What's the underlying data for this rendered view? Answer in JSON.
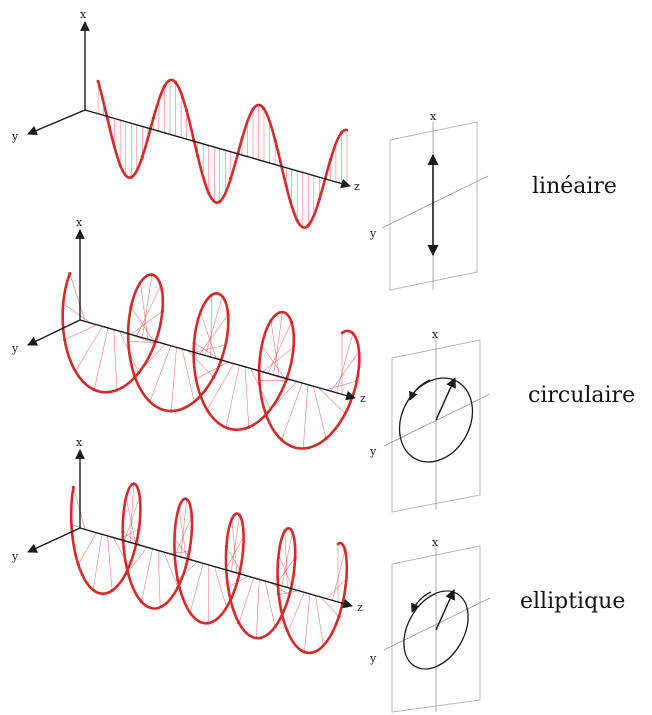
{
  "axes": {
    "x": "x",
    "y": "y",
    "z": "z"
  },
  "colors": {
    "wave": "#d42a2a",
    "axis": "#1a1a1a",
    "frame": "#b8b8b8"
  },
  "panels": [
    {
      "id": "linear",
      "label": "linéaire"
    },
    {
      "id": "circular",
      "label": "circulaire"
    },
    {
      "id": "elliptical",
      "label": "elliptique"
    }
  ]
}
